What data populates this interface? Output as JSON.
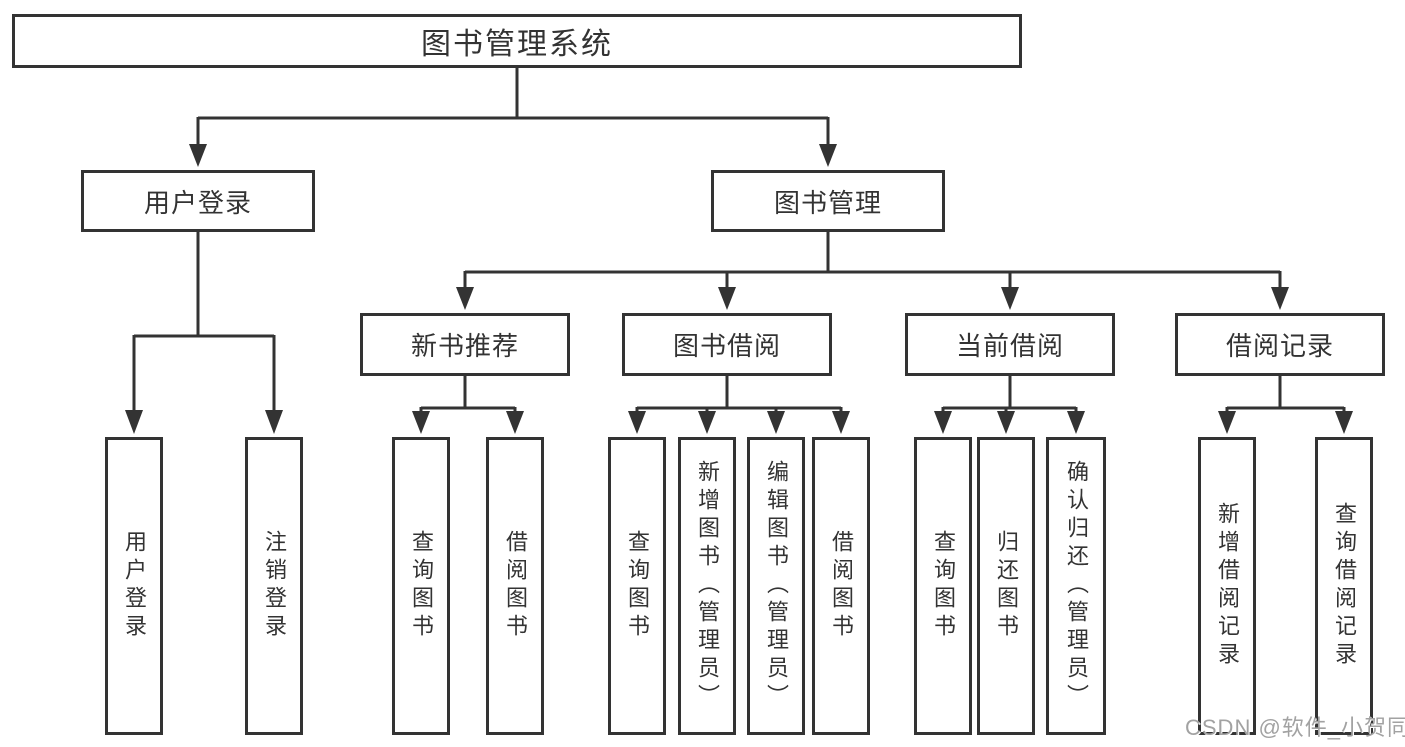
{
  "diagram": {
    "title": "图书管理系统",
    "type": "hierarchy",
    "nodes": [
      {
        "id": "root",
        "label": "图书管理系统",
        "parent": null
      },
      {
        "id": "user-login-group",
        "label": "用户登录",
        "parent": "root"
      },
      {
        "id": "book-mgmt",
        "label": "图书管理",
        "parent": "root"
      },
      {
        "id": "new-book-rec",
        "label": "新书推荐",
        "parent": "book-mgmt"
      },
      {
        "id": "book-borrow",
        "label": "图书借阅",
        "parent": "book-mgmt"
      },
      {
        "id": "current-borrow",
        "label": "当前借阅",
        "parent": "book-mgmt"
      },
      {
        "id": "borrow-records",
        "label": "借阅记录",
        "parent": "book-mgmt"
      },
      {
        "id": "user-login",
        "label": "用户登录",
        "parent": "user-login-group"
      },
      {
        "id": "logout",
        "label": "注销登录",
        "parent": "user-login-group"
      },
      {
        "id": "rec-query-book",
        "label": "查询图书",
        "parent": "new-book-rec"
      },
      {
        "id": "rec-borrow-book",
        "label": "借阅图书",
        "parent": "new-book-rec"
      },
      {
        "id": "bb-query-book",
        "label": "查询图书",
        "parent": "book-borrow"
      },
      {
        "id": "bb-add-book",
        "label": "新增图书（管理员）",
        "parent": "book-borrow"
      },
      {
        "id": "bb-edit-book",
        "label": "编辑图书（管理员）",
        "parent": "book-borrow"
      },
      {
        "id": "bb-borrow-book",
        "label": "借阅图书",
        "parent": "book-borrow"
      },
      {
        "id": "cb-query-book",
        "label": "查询图书",
        "parent": "current-borrow"
      },
      {
        "id": "cb-return-book",
        "label": "归还图书",
        "parent": "current-borrow"
      },
      {
        "id": "cb-confirm-ret",
        "label": "确认归还（管理员）",
        "parent": "current-borrow"
      },
      {
        "id": "br-add-record",
        "label": "新增借阅记录",
        "parent": "borrow-records"
      },
      {
        "id": "br-query-record",
        "label": "查询借阅记录",
        "parent": "borrow-records"
      }
    ],
    "watermark": "CSDN @软件_小贺同学",
    "colors": {
      "line": "#333333",
      "box_border": "#333333",
      "text": "#333333",
      "watermark": "#a2a2a2",
      "background": "#ffffff"
    }
  }
}
